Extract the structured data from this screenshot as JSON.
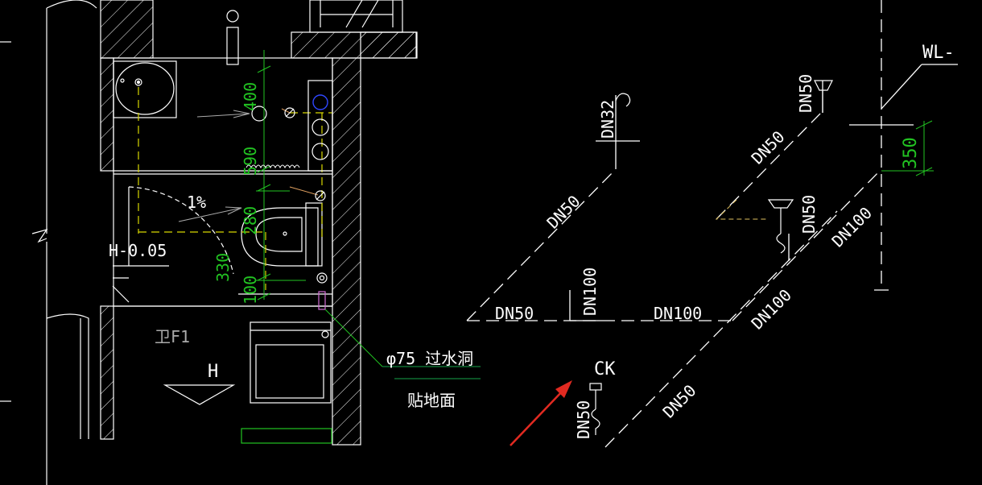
{
  "colors": {
    "background": "#000000",
    "line": "#ffffff",
    "dimension": "#22c322",
    "pipe": "#ffffff",
    "fixture_yellow": "#d8d800",
    "leader": "#16a34a",
    "arrow": "#e12a21",
    "blue": "#2f47ff",
    "magenta": "#d26dd6",
    "orange": "#e0a060"
  },
  "plan": {
    "dims": {
      "d400": "400",
      "d590": "590",
      "d280": "280",
      "d330": "330",
      "d100": "100"
    },
    "slope": "1%",
    "elevation": "H-0.05",
    "room": "卫F1",
    "level_mark": "H",
    "hole": {
      "size": "φ75 过水洞",
      "note": "贴地面"
    }
  },
  "riser": {
    "wl": "WL-",
    "dim_350": "350",
    "pipes": {
      "dn32": "DN32",
      "dn50_a": "DN50",
      "dn50_b": "DN50",
      "dn50_c": "DN50",
      "dn50_d": "DN50",
      "dn50_e": "DN50",
      "dn50_f": "DN50",
      "dn100_a": "DN100",
      "dn100_b": "DN100",
      "dn100_c": "DN100",
      "dn100_d": "DN100",
      "dn50_trap": "DN50"
    },
    "ck": "CK"
  }
}
